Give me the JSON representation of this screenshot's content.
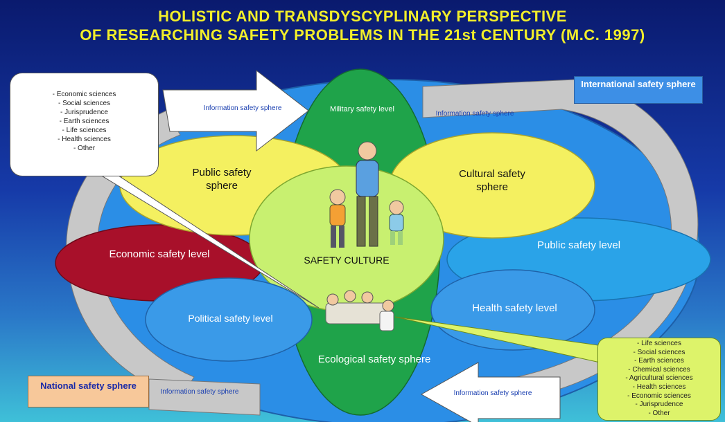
{
  "title": {
    "line1": "HOLISTIC AND TRANSDYSCYPLINARY  PERSPECTIVE",
    "line2": "OF RESEARCHING  SAFETY  PROBLEMS IN THE 21st CENTURY  (M.C. 1997)"
  },
  "spheres": {
    "military": "Military safety  level",
    "public_sphere": "Public safety sphere",
    "cultural": "Cultural safety sphere",
    "economic": "Economic safety level",
    "public_level": "Public safety level",
    "center": "SAFETY CULTURE",
    "political": "Political safety level",
    "health": "Health safety level",
    "ecological": "Ecological safety sphere"
  },
  "information_labels": {
    "top_left": "Information safety sphere",
    "top_right": "Information safety sphere",
    "bottom_left": "Information safety sphere",
    "bottom_right": "Information safety sphere"
  },
  "tags": {
    "international": "International safety sphere",
    "national": "National safety sphere"
  },
  "callout_left_items": [
    "-  Economic sciences",
    "-  Social sciences",
    "-  Jurisprudence",
    "-  Earth sciences",
    "-  Life sciences",
    "-  Health sciences",
    "-  Other"
  ],
  "callout_right_items": [
    "-  Life sciences",
    "-  Social sciences",
    "-  Earth sciences",
    "-  Chemical sciences",
    "-  Agricultural sciences",
    "-  Health sciences",
    "-  Economic sciences",
    "-  Jurisprudence",
    "-  Other"
  ],
  "colors": {
    "background_top": "#0a1a6e",
    "title": "#f2ee2a",
    "outer_ring": "#2b8ee6",
    "green_sphere": "#1fa34a",
    "yellow_sphere": "#f4f060",
    "center": "#c8f070",
    "economic": "#a8102a",
    "blue_sphere": "#2aa3e8",
    "arrow_gray": "#c8c8c8",
    "callout_green": "#ddf36a"
  }
}
